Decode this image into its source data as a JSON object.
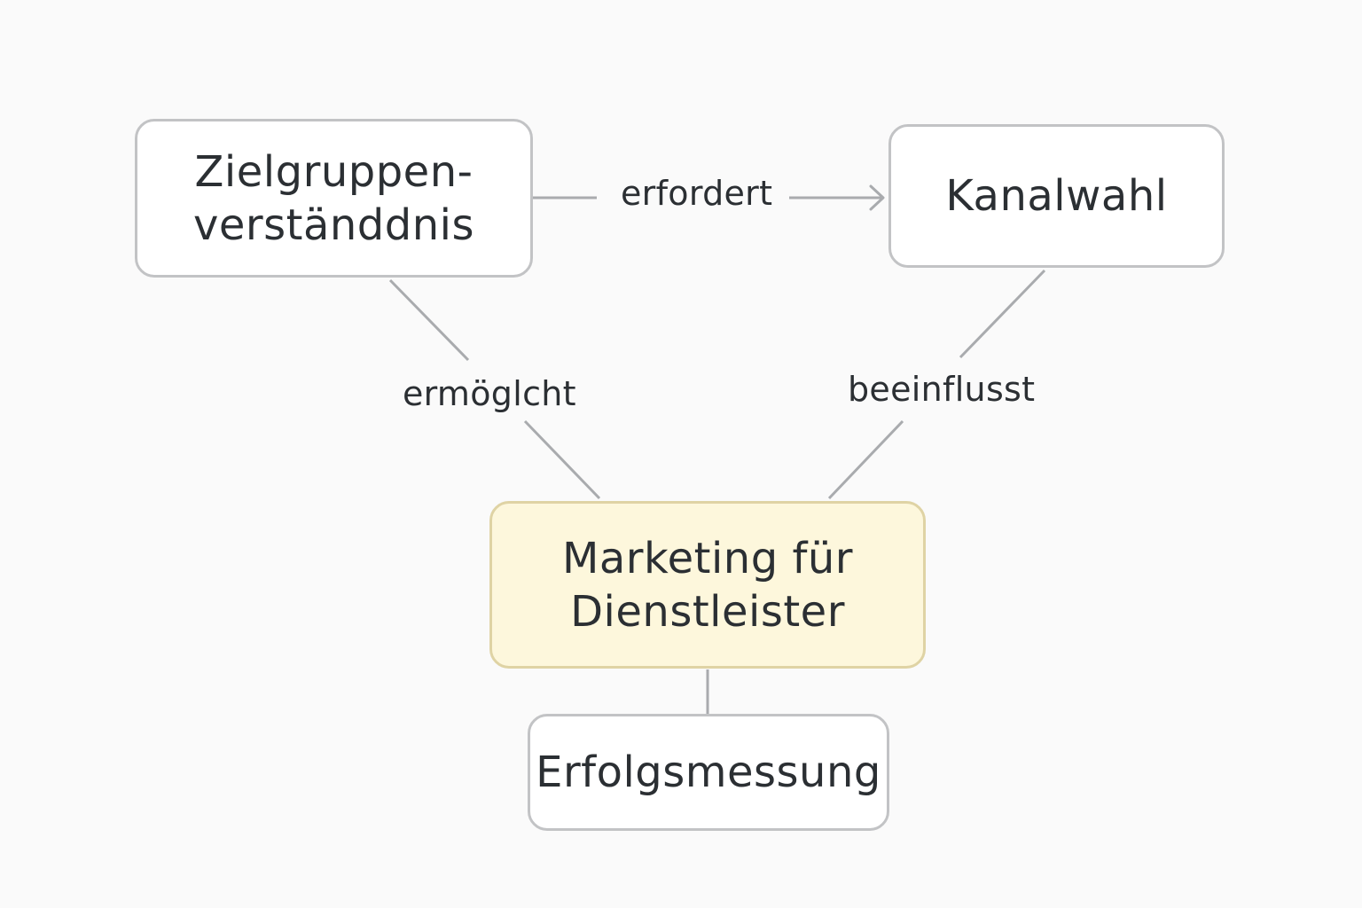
{
  "nodes": {
    "zielgruppe": {
      "lines": [
        "Zielgruppen-",
        "verständdnis"
      ]
    },
    "kanalwahl": {
      "lines": [
        "Kanalwahl"
      ]
    },
    "marketing": {
      "lines": [
        "Marketing für",
        "Dienstleister"
      ]
    },
    "erfolg": {
      "lines": [
        "Erfolgsmessung"
      ]
    }
  },
  "edges": {
    "zielgruppe_kanalwahl": {
      "label": "erfordert"
    },
    "zielgruppe_marketing": {
      "label": "ermöglcht"
    },
    "kanalwahl_marketing": {
      "label": "beeinflusst"
    },
    "marketing_erfolg": {
      "label": ""
    }
  },
  "colors": {
    "background": "#fafafa",
    "node_border": "#c2c3c5",
    "central_fill": "#fdf7dc",
    "central_border": "#dfd3a4",
    "connector": "#a9abae",
    "text": "#2b2f33"
  }
}
